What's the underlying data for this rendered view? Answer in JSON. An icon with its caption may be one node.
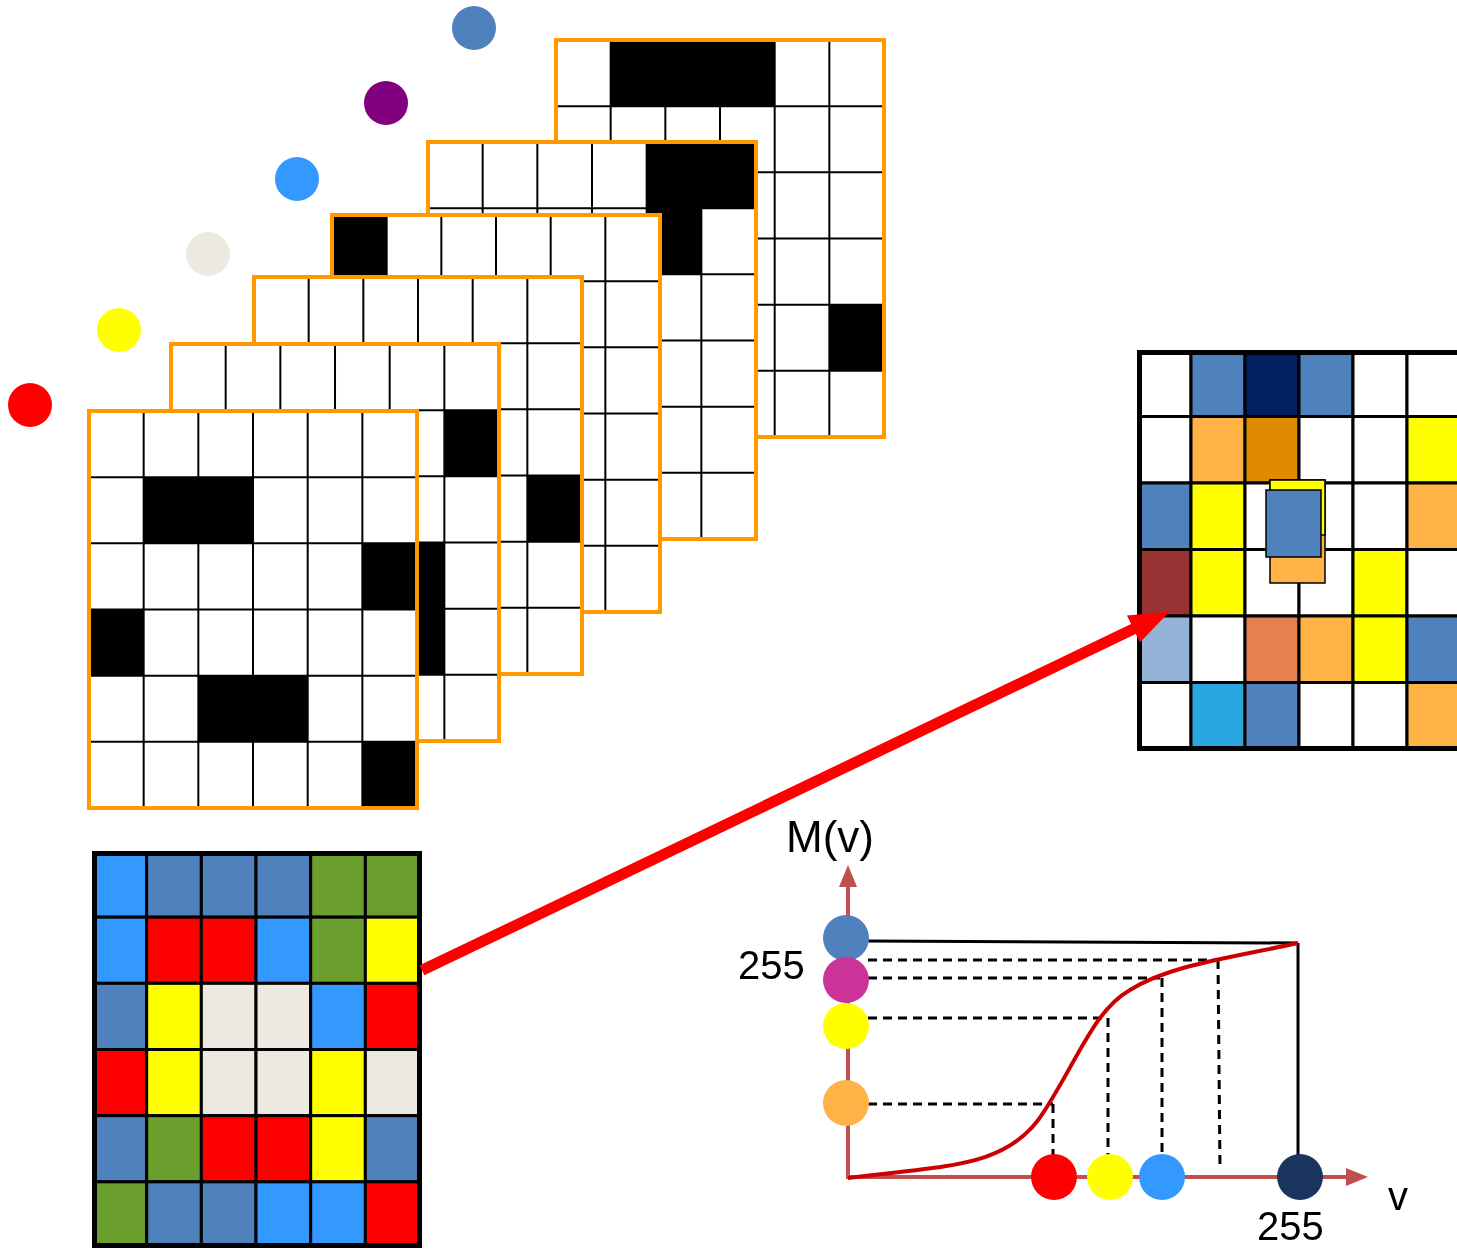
{
  "diagram": {
    "nodes": [
      {
        "text": [],
        "shape": "box"
      },
      {
        "text": [],
        "shape": "box"
      }
    ],
    "edges": [
      {
        "from": 0,
        "to": 1,
        "arrow": "to"
      }
    ],
    "labels": [
      "M(v)",
      "255",
      "v",
      "255"
    ]
  }
}
